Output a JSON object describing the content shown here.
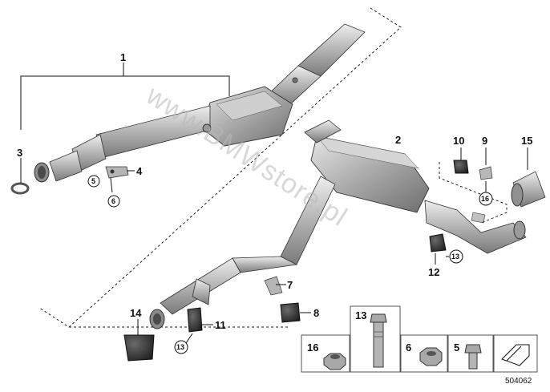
{
  "diagram": {
    "callouts": {
      "c1": "1",
      "c2": "2",
      "c3": "3",
      "c4": "4",
      "c7": "7",
      "c8": "8",
      "c9": "9",
      "c10": "10",
      "c11": "11",
      "c12": "12",
      "c14": "14",
      "c15": "15"
    },
    "circled": {
      "r5": "5",
      "r6": "6",
      "r16": "16",
      "r13a": "13",
      "r13b": "13"
    },
    "watermark": "www.BMWstore.pl",
    "diagram_id": "504062"
  },
  "legend": {
    "l16": "16",
    "l13": "13",
    "l6": "6",
    "l5": "5"
  },
  "colors": {
    "metal_light": "#d9d9d9",
    "metal_mid": "#a9a9a9",
    "metal_dark": "#6f6f6f",
    "line": "#000000"
  },
  "icons": [
    "arrow-icon"
  ]
}
